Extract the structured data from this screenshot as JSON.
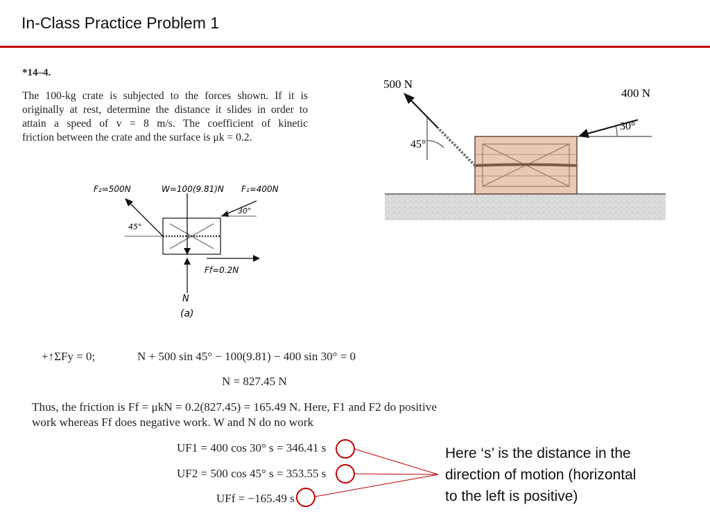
{
  "slide": {
    "title": "In-Class Practice Problem 1"
  },
  "problem": {
    "number": "*14–4.",
    "lines": [
      "The 100-kg crate is subjected to the forces shown. If it is",
      "originally at rest, determine the distance it slides in order to",
      "attain a speed of v = 8 m/s. The coefficient of kinetic",
      "friction between the crate and the surface is μk = 0.2."
    ]
  },
  "figure": {
    "force_left": "500 N",
    "force_right": "400 N",
    "angle_left": "45°",
    "angle_right": "30°"
  },
  "fbd": {
    "f2": "F₂=500N",
    "w": "W=100(9.81)N",
    "f1": "F₁=400N",
    "angle_left": "45°",
    "angle_right": "30°",
    "ff": "Ff=0.2N",
    "n": "N",
    "caption": "(a)"
  },
  "equations": {
    "sum_label": "+↑ΣFy = 0;",
    "sum_expr": "N + 500 sin 45° − 100(9.81) − 400 sin 30° = 0",
    "n_result": "N = 827.45 N"
  },
  "friction_text": {
    "line1": "Thus, the friction is Ff = μkN = 0.2(827.45) = 165.49 N. Here, F1 and F2 do positive",
    "line2": "work whereas Ff does negative work. W and N do no work"
  },
  "work_terms": [
    {
      "label": "UF1",
      "expr": "= 400 cos 30° s = 346.41 s"
    },
    {
      "label": "UF2",
      "expr": "= 500 cos 45° s = 353.55 s"
    },
    {
      "label": "UFf",
      "expr": "= −165.49 s"
    }
  ],
  "note": {
    "lines": [
      "Here ‘s’ is the distance in the",
      "direction of motion (horizontal",
      "to the left is positive)"
    ]
  },
  "colors": {
    "accent": "#c00000",
    "crate": "#e8c9b6",
    "ground": "#d8d8d8"
  }
}
